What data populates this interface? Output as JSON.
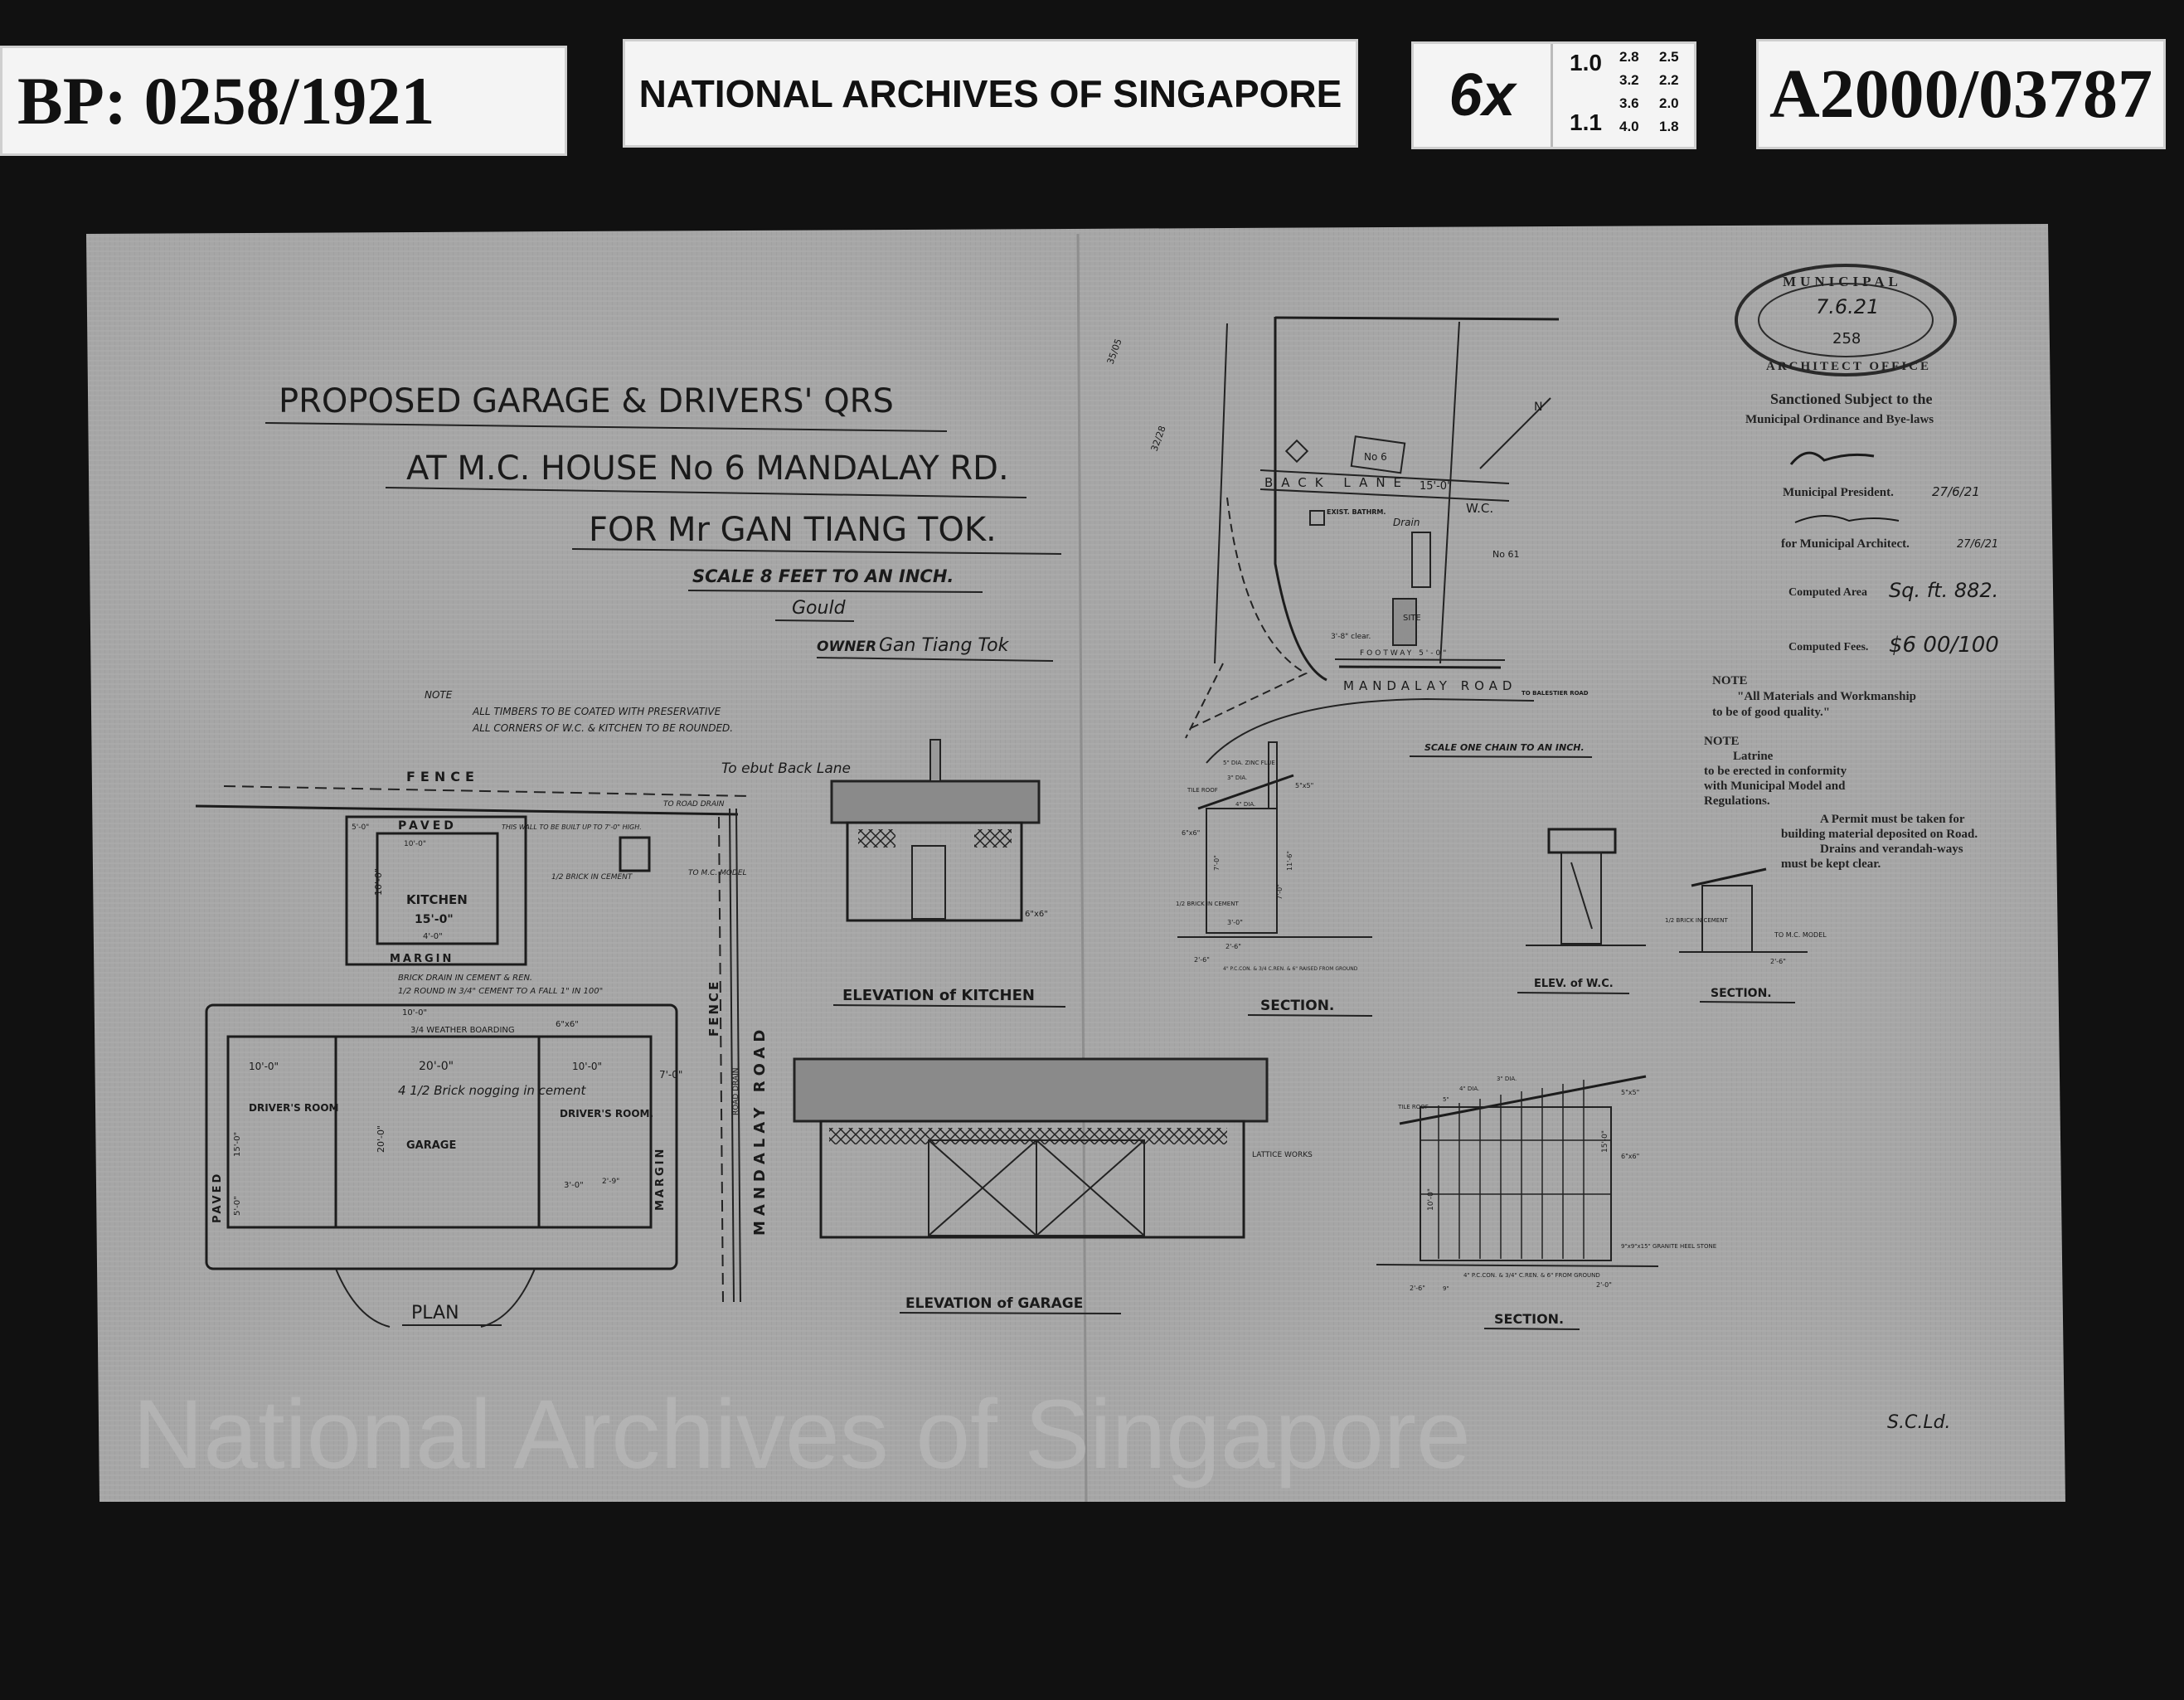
{
  "header": {
    "bp_number": "BP: 0258/1921",
    "archive_name": "NATIONAL ARCHIVES OF SINGAPORE",
    "magnification": "6x",
    "resolution_target": [
      "1.0",
      "1.1",
      "2.8",
      "2.5",
      "3.2",
      "2.2",
      "3.6",
      "2.0",
      "4.0",
      "1.8"
    ],
    "reference_number": "A2000/03787"
  },
  "watermark": "National Archives of Singapore",
  "title": {
    "line1": "PROPOSED GARAGE & DRIVERS' QRS",
    "line2": "AT M.C. HOUSE No 6 MANDALAY RD.",
    "line3": "FOR Mr GAN TIANG TOK.",
    "scale": "SCALE 8 FEET TO AN INCH.",
    "architect_signature": "Gould",
    "owner_label": "OWNER",
    "owner_signature": "Gan Tiang Tok"
  },
  "notes": {
    "heading": "NOTE",
    "line1": "ALL TIMBERS TO BE COATED WITH PRESERVATIVE",
    "line2": "ALL CORNERS OF W.C. & KITCHEN TO BE ROUNDED."
  },
  "plan": {
    "title": "PLAN",
    "fence_top": "FENCE",
    "fence_side": "FENCE",
    "road": "MANDALAY ROAD",
    "road_drain": "ROAD DRAIN",
    "to_back_lane": "To ebut Back Lane",
    "to_road_drain": "TO ROAD DRAIN",
    "to_mc_model": "TO M.C. MODEL",
    "paved_top": "PAVED",
    "paved_side": "PAVED",
    "kitchen": "KITCHEN",
    "margin_kitchen": "MARGIN",
    "margin_side": "MARGIN",
    "wall_note": "THIS WALL TO BE BUILT UP TO 7'-0\" HIGH.",
    "brick_note": "1/2 BRICK IN CEMENT",
    "drain_note1": "BRICK DRAIN IN CEMENT & REN.",
    "drain_note2": "1/2 ROUND IN 3/4\" CEMENT TO A FALL 1\" IN 100\"",
    "weather_boarding": "3/4 WEATHER BOARDING",
    "brick_nogging": "4 1/2 Brick nogging in cement",
    "drivers_room_left": "DRIVER'S ROOM",
    "drivers_room_right": "DRIVER'S ROOM.",
    "garage": "GARAGE",
    "dimensions": {
      "kitchen_width": "15'-0\"",
      "kitchen_depth": "10'-0\"",
      "kitchen_door": "4'-0\"",
      "paved_width": "10'-0\"",
      "paved_depth": "5'-0\"",
      "gap": "10'-0\"",
      "left_room_width": "10'-0\"",
      "garage_width": "20'-0\"",
      "right_room_width": "10'-0\"",
      "to_fence": "7'-0\"",
      "garage_depth": "20'-0\"",
      "left_room_depth": "15'-0\"",
      "left_room_bottom": "5'-0\"",
      "post": "6\"x6\"",
      "door_right": "3'-0\"",
      "closet": "2'-9\""
    }
  },
  "elevations": {
    "kitchen_title": "ELEVATION of KITCHEN",
    "kitchen_post": "6\"x6\"",
    "garage_title": "ELEVATION of GARAGE",
    "lattice": "LATTICE WORKS",
    "wc_title": "ELEV. of W.C."
  },
  "sections": {
    "kitchen_title": "SECTION.",
    "kitchen_labels": [
      "5\" DIA. ZINC FLUE",
      "3\" DIA.",
      "TILE ROOF",
      "5\"x5\"",
      "6\"x6\"",
      "4\" DIA.",
      "1/2 BRICK IN CEMENT",
      "11'-6\"",
      "7'-0\"",
      "7'-0\"",
      "3'-0\"",
      "2'-6\"",
      "2'-6\"",
      "4\" P.C.CON. & 3/4 C.REN. & 6\" RAISED FROM GROUND"
    ],
    "wc_title": "SECTION.",
    "wc_labels": [
      "1/2 BRICK IN CEMENT",
      "TO M.C. MODEL",
      "2'-6\""
    ],
    "garage_title": "SECTION.",
    "garage_labels": [
      "TILE ROOF",
      "3\" DIA.",
      "4\" DIA.",
      "5\"",
      "5\"x5\"",
      "6\"x6\"",
      "15'-0\"",
      "10'-0\"",
      "9\"x9\"x15\" GRANITE HEEL STONE",
      "4\" P.C.CON. & 3/4\" C.REN. & 6\" FROM GROUND",
      "2'-6\"",
      "2'-0\"",
      "9\""
    ]
  },
  "site_plan": {
    "back_lane": "BACK LANE",
    "lane_width": "15'-0\"",
    "house_no": "No 6",
    "neighbour": "No 61",
    "wc": "W.C.",
    "drain": "Drain",
    "existing_bathroom": "EXIST. BATHRM.",
    "site": "SITE",
    "clearance": "3'-8\" clear.",
    "footway": "FOOTWAY 5'-0\"",
    "road": "MANDALAY ROAD",
    "to_balestier": "TO BALESTIER ROAD",
    "north": "N",
    "scale": "SCALE ONE CHAIN TO AN INCH.",
    "pencil_notes": [
      "35/05",
      "32/28"
    ]
  },
  "approval": {
    "stamp_top": "MUNICIPAL",
    "stamp_bottom": "ARCHITECT OFFICE",
    "stamp_date": "7.6.21",
    "stamp_number": "258",
    "sanction_line1": "Sanctioned Subject to the",
    "sanction_line2": "Municipal Ordinance and Bye-laws",
    "president_label": "Municipal President.",
    "president_date": "27/6/21",
    "architect_label": "for Municipal Architect.",
    "architect_date": "27/6/21",
    "area_label": "Computed Area",
    "area_value": "Sq. ft. 882.",
    "fees_label": "Computed Fees.",
    "fees_value": "$6 00/100"
  },
  "printed_notes": {
    "note1_heading": "NOTE",
    "note1_line1": "\"All Materials and Workmanship",
    "note1_line2": "to be of good quality.\"",
    "note2_heading": "NOTE",
    "note2_line1": "Latrine",
    "note2_line2": "to be erected in conformity",
    "note2_line3": "with Municipal Model and",
    "note2_line4": "Regulations.",
    "permit_line1": "A Permit must be taken for",
    "permit_line2": "building material deposited on Road.",
    "permit_line3": "Drains and verandah-ways",
    "permit_line4": "must be kept clear."
  },
  "initials": "S.C.Ld.",
  "colors": {
    "background": "#111111",
    "paper": "#a4a4a4",
    "ink": "#1c1c1c",
    "label": "#f4f4f4"
  }
}
